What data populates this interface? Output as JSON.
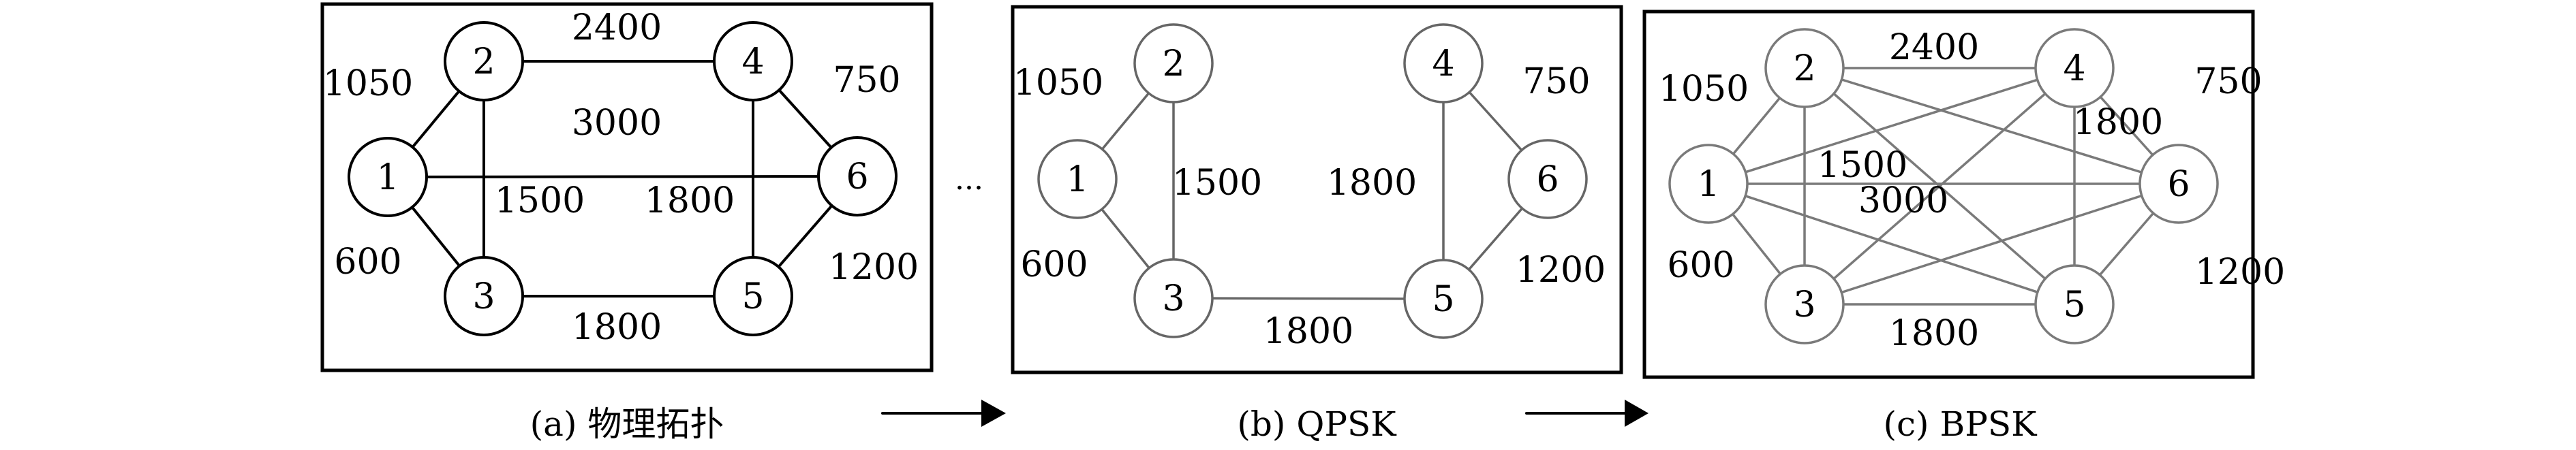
{
  "figure": {
    "panels": [
      {
        "id": "a",
        "caption": "(a) 物理拓扑",
        "color": "#000000",
        "nodes": [
          "1",
          "2",
          "3",
          "4",
          "5",
          "6"
        ],
        "edges": [
          {
            "from": "1",
            "to": "2",
            "label": "1050"
          },
          {
            "from": "1",
            "to": "3",
            "label": "600"
          },
          {
            "from": "1",
            "to": "6",
            "label": "3000"
          },
          {
            "from": "2",
            "to": "3",
            "label": "1500"
          },
          {
            "from": "2",
            "to": "4",
            "label": "2400"
          },
          {
            "from": "3",
            "to": "5",
            "label": "1800"
          },
          {
            "from": "4",
            "to": "5",
            "label": "1800"
          },
          {
            "from": "4",
            "to": "6",
            "label": "750"
          },
          {
            "from": "5",
            "to": "6",
            "label": "1200"
          }
        ]
      },
      {
        "id": "b",
        "caption": "(b) QPSK",
        "color": "#666666",
        "nodes": [
          "1",
          "2",
          "3",
          "4",
          "5",
          "6"
        ],
        "edges": [
          {
            "from": "1",
            "to": "2",
            "label": "1050"
          },
          {
            "from": "1",
            "to": "3",
            "label": "600"
          },
          {
            "from": "2",
            "to": "3",
            "label": "1500"
          },
          {
            "from": "3",
            "to": "5",
            "label": "1800"
          },
          {
            "from": "4",
            "to": "5",
            "label": "1800"
          },
          {
            "from": "4",
            "to": "6",
            "label": "750"
          },
          {
            "from": "5",
            "to": "6",
            "label": "1200"
          }
        ]
      },
      {
        "id": "c",
        "caption": "(c) BPSK",
        "color": "#7a7a7a",
        "nodes": [
          "1",
          "2",
          "3",
          "4",
          "5",
          "6"
        ],
        "edges": [
          {
            "from": "1",
            "to": "2",
            "label": "1050"
          },
          {
            "from": "1",
            "to": "3",
            "label": "600"
          },
          {
            "from": "1",
            "to": "4",
            "label": ""
          },
          {
            "from": "1",
            "to": "5",
            "label": ""
          },
          {
            "from": "1",
            "to": "6",
            "label": "3000"
          },
          {
            "from": "2",
            "to": "3",
            "label": "1500"
          },
          {
            "from": "2",
            "to": "4",
            "label": "2400"
          },
          {
            "from": "2",
            "to": "5",
            "label": ""
          },
          {
            "from": "2",
            "to": "6",
            "label": ""
          },
          {
            "from": "3",
            "to": "4",
            "label": ""
          },
          {
            "from": "3",
            "to": "5",
            "label": "1800"
          },
          {
            "from": "3",
            "to": "6",
            "label": ""
          },
          {
            "from": "4",
            "to": "5",
            "label": "1800"
          },
          {
            "from": "4",
            "to": "6",
            "label": "750"
          },
          {
            "from": "5",
            "to": "6",
            "label": "1200"
          }
        ]
      }
    ],
    "ellipsis": "...",
    "arrows": [
      {
        "from": "a",
        "to": "b"
      },
      {
        "from": "b",
        "to": "c"
      }
    ]
  }
}
